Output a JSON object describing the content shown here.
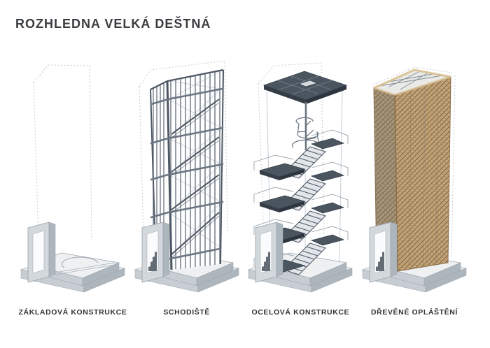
{
  "title": "ROZHLEDNA VELKÁ DEŠTNÁ",
  "stages": [
    {
      "id": "zakladova-konstrukce",
      "label": "ZÁKLADOVÁ KONSTRUKCE",
      "illustration": "concrete-foundation"
    },
    {
      "id": "schodiste",
      "label": "SCHODIŠTĚ",
      "illustration": "staircase-column"
    },
    {
      "id": "ocelova-konstrukce",
      "label": "OCELOVÁ KONSTRUKCE",
      "illustration": "steel-structure-with-stairs"
    },
    {
      "id": "drevene-oplasteni",
      "label": "DŘEVĚNÉ OPLÁŠTĚNÍ",
      "illustration": "timber-lattice-cladding"
    }
  ],
  "colors": {
    "background": "#ffffff",
    "title_text": "#3a3d41",
    "label_text": "#2f3338",
    "steel": "#6a7581",
    "steel_dark": "#4d5763",
    "platform_dark": "#4a5560",
    "concrete_top": "#eef0f1",
    "concrete_left": "#c7cdd2",
    "concrete_right": "#aeb6bd",
    "wood": "#c3a57d",
    "wood_dark": "#8a6e4c",
    "wood_light": "#dcc49a",
    "outline_dash": "#c4cacf"
  }
}
